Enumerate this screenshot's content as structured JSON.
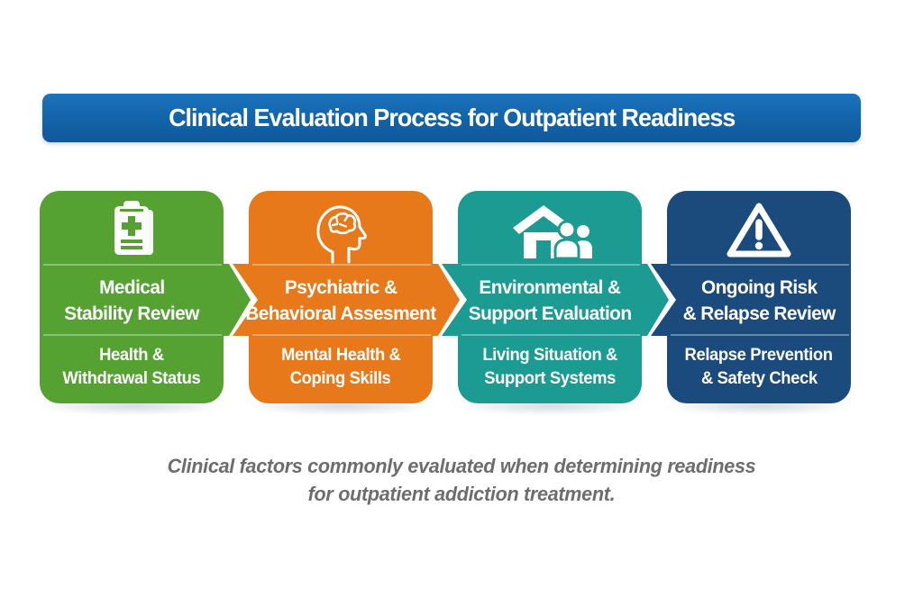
{
  "header": {
    "title": "Clinical Evaluation Process for Outpatient Readiness",
    "bg_color": "#1465ab"
  },
  "steps": [
    {
      "id": "medical-stability",
      "color": "#55a233",
      "icon": "clipboard-medical-icon",
      "title_lines": [
        "Medical",
        "Stability Review"
      ],
      "subtitle_lines": [
        "Health &",
        "Withdrawal Status"
      ]
    },
    {
      "id": "psychiatric-behavioral",
      "color": "#e8791b",
      "icon": "head-brain-icon",
      "title_lines": [
        "Psychiatric &",
        "Behavioral Assesment"
      ],
      "subtitle_lines": [
        "Mental Health &",
        "Coping Skills"
      ]
    },
    {
      "id": "environmental-support",
      "color": "#1b9b91",
      "icon": "house-people-icon",
      "title_lines": [
        "Environmental &",
        "Support Evaluation"
      ],
      "subtitle_lines": [
        "Living Situation &",
        "Support Systems"
      ]
    },
    {
      "id": "ongoing-risk",
      "color": "#1b4a7d",
      "icon": "warning-triangle-icon",
      "title_lines": [
        "Ongoing Risk",
        "& Relapse Review"
      ],
      "subtitle_lines": [
        "Relapse Prevention",
        "& Safety Check"
      ]
    }
  ],
  "caption": {
    "lines": [
      "Clinical factors commonly evaluated when determining readiness",
      "for outpatient addiction treatment."
    ]
  }
}
